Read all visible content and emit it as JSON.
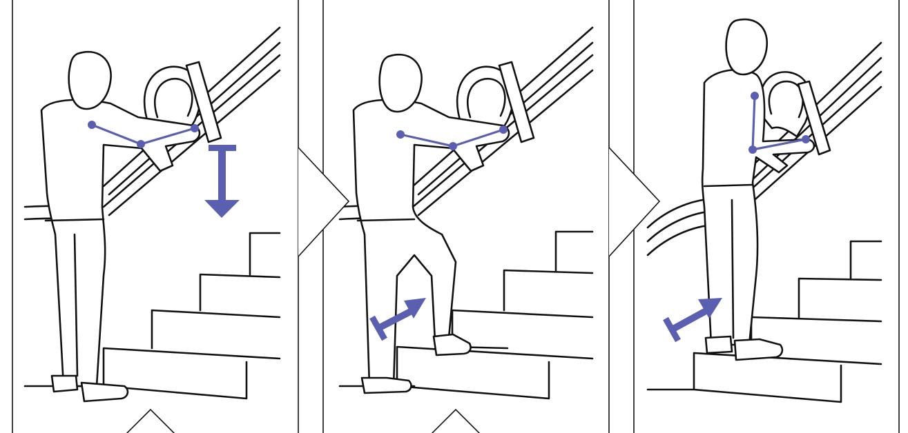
{
  "colors": {
    "accent": "#5b5fb0",
    "ink": "#111111",
    "background": "#ffffff"
  },
  "panels": [
    {
      "step": 1,
      "skeleton": "arm-extended",
      "motion": "downward-push-arrow"
    },
    {
      "step": 2,
      "skeleton": "arm-extended",
      "motion": "step-up-forward-arrow"
    },
    {
      "step": 3,
      "skeleton": "arm-bent",
      "motion": "bring-leg-up-arrow"
    }
  ],
  "icons": [
    "chevron-right-icon",
    "chevron-up-icon",
    "arrow-down-icon",
    "arrow-diagonal-icon"
  ]
}
